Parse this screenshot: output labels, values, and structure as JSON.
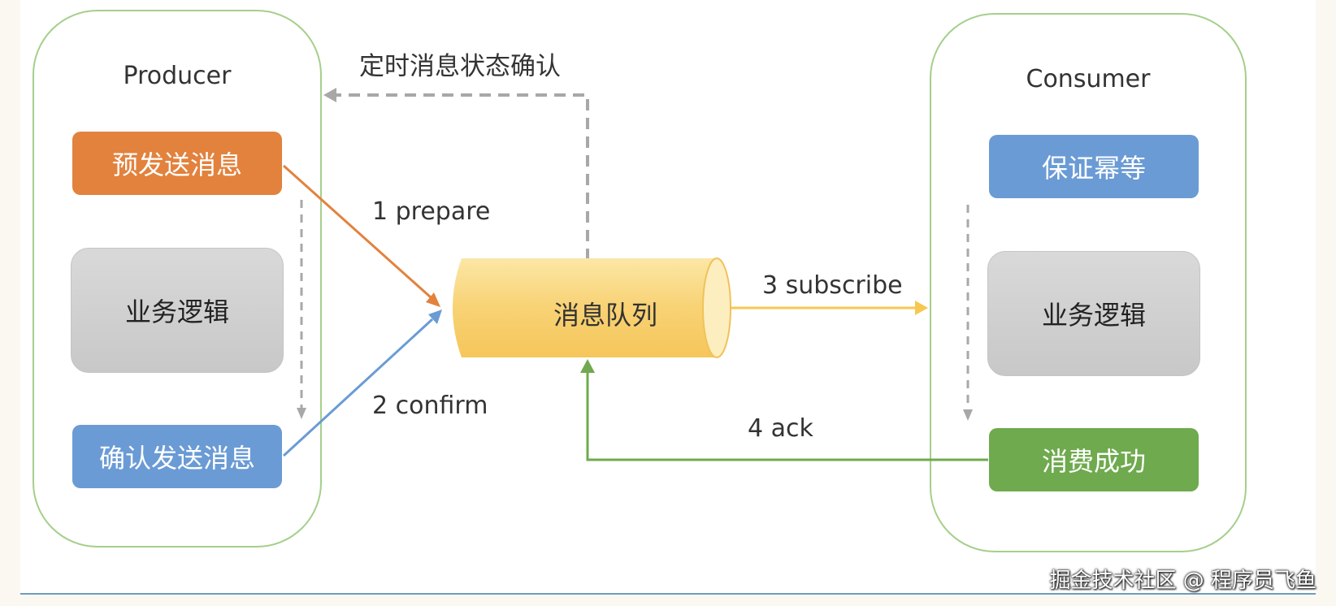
{
  "producer": {
    "title": "Producer",
    "pre_send": "预发送消息",
    "business_logic": "业务逻辑",
    "confirm_send": "确认发送消息"
  },
  "consumer": {
    "title": "Consumer",
    "idempotent": "保证幂等",
    "business_logic": "业务逻辑",
    "consume_success": "消费成功"
  },
  "queue": {
    "label": "消息队列"
  },
  "edges": {
    "prepare": "1 prepare",
    "confirm": "2 confirm",
    "subscribe": "3 subscribe",
    "ack": "4 ack",
    "scheduled_check": "定时消息状态确认"
  },
  "colors": {
    "orange": "#e2823d",
    "blue": "#6a9bd5",
    "yellow": "#f7c84f",
    "green": "#6faa4e",
    "gray_dashed": "#a8a8a8",
    "panel_border": "#a5cf8b"
  },
  "watermark": "掘金技术社区 @ 程序员飞鱼"
}
